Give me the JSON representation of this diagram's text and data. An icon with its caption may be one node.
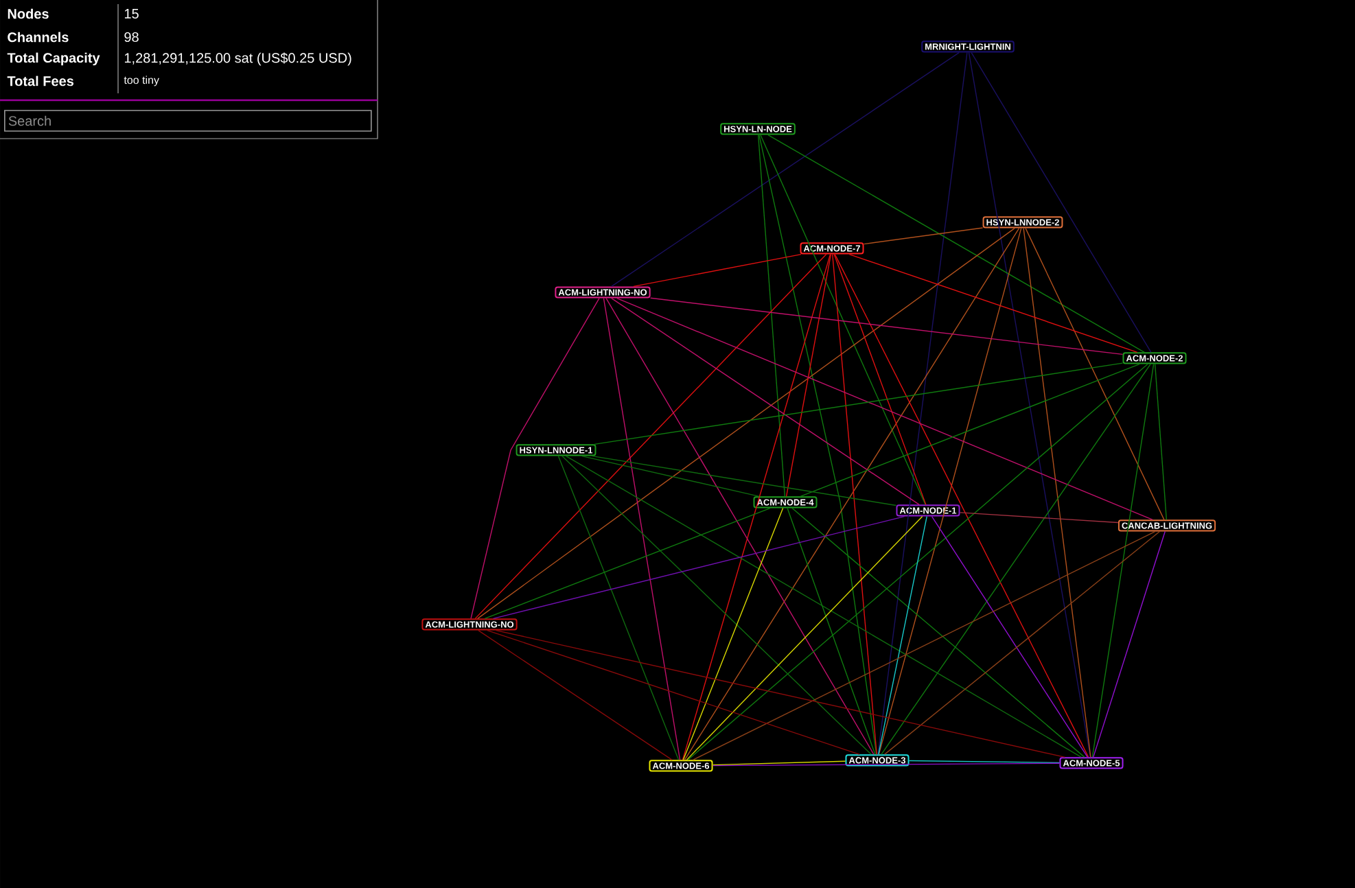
{
  "diagram": {
    "nodes": [
      {
        "text": [
          "MRNIGHT-LIGHTNIN"
        ]
      },
      {
        "text": [
          "HSYN-LN-NODE"
        ]
      },
      {
        "text": [
          "HSYN-LNNODE-2"
        ]
      },
      {
        "text": [
          "ACM-NODE-7"
        ]
      },
      {
        "text": [
          "ACM-LIGHTNING-NO"
        ]
      },
      {
        "text": [
          "ACM-NODE-2"
        ]
      },
      {
        "text": [
          "HSYN-LNNODE-1"
        ]
      },
      {
        "text": [
          "ACM-NODE-4"
        ]
      },
      {
        "text": [
          "ACM-NODE-1"
        ]
      },
      {
        "text": [
          "CANCAB-LIGHTNING"
        ]
      },
      {
        "text": [
          "ACM-LIGHTNING-NO"
        ]
      },
      {
        "text": [
          "ACM-NODE-6"
        ]
      },
      {
        "text": [
          "ACM-NODE-3"
        ]
      },
      {
        "text": [
          "ACM-NODE-5"
        ]
      }
    ],
    "edges": [
      {
        "from": 0,
        "to": 4,
        "arrow": "none",
        "color": "#1a1060"
      },
      {
        "from": 0,
        "to": 12,
        "arrow": "none",
        "color": "#1a1060"
      },
      {
        "from": 0,
        "to": 13,
        "arrow": "none",
        "color": "#1a1060"
      },
      {
        "from": 0,
        "to": 5,
        "arrow": "none",
        "color": "#1a1060"
      },
      {
        "from": 1,
        "to": 5,
        "arrow": "none",
        "color": "#0f7a0f"
      },
      {
        "from": 1,
        "to": 7,
        "arrow": "none",
        "color": "#0f7a0f"
      },
      {
        "from": 1,
        "to": 12,
        "arrow": "none",
        "color": "#0f7a0f"
      },
      {
        "from": 1,
        "to": 8,
        "arrow": "none",
        "color": "#0f7a0f"
      },
      {
        "from": 2,
        "to": 3,
        "arrow": "none",
        "color": "#b0501c"
      },
      {
        "from": 2,
        "to": 10,
        "arrow": "none",
        "color": "#b0501c"
      },
      {
        "from": 2,
        "to": 12,
        "arrow": "none",
        "color": "#b0501c"
      },
      {
        "from": 2,
        "to": 11,
        "arrow": "none",
        "color": "#b0501c"
      },
      {
        "from": 2,
        "to": 13,
        "arrow": "none",
        "color": "#b0501c"
      },
      {
        "from": 2,
        "to": 9,
        "arrow": "none",
        "color": "#b0501c"
      },
      {
        "from": 3,
        "to": 4,
        "arrow": "none",
        "color": "#e01010"
      },
      {
        "from": 3,
        "to": 5,
        "arrow": "none",
        "color": "#e01010"
      },
      {
        "from": 3,
        "to": 10,
        "arrow": "none",
        "color": "#e01010"
      },
      {
        "from": 3,
        "to": 7,
        "arrow": "none",
        "color": "#e01010"
      },
      {
        "from": 3,
        "to": 12,
        "arrow": "none",
        "color": "#e01010"
      },
      {
        "from": 3,
        "to": 8,
        "arrow": "none",
        "color": "#e01010"
      },
      {
        "from": 3,
        "to": 11,
        "arrow": "none",
        "color": "#e01010"
      },
      {
        "from": 3,
        "to": 13,
        "arrow": "none",
        "color": "#e01010"
      },
      {
        "from": 4,
        "to": 5,
        "arrow": "none",
        "color": "#c0106a"
      },
      {
        "from": 4,
        "to": 9,
        "arrow": "none",
        "color": "#c0106a"
      },
      {
        "from": 4,
        "to": 10,
        "arrow": "none",
        "color": "#c0106a"
      },
      {
        "from": 4,
        "to": 11,
        "arrow": "none",
        "color": "#c0106a"
      },
      {
        "from": 4,
        "to": 12,
        "arrow": "none",
        "color": "#c0106a"
      },
      {
        "from": 4,
        "to": 8,
        "arrow": "none",
        "color": "#c0106a"
      },
      {
        "from": 5,
        "to": 6,
        "arrow": "none",
        "color": "#0f7a0f"
      },
      {
        "from": 5,
        "to": 7,
        "arrow": "none",
        "color": "#0f7a0f"
      },
      {
        "from": 5,
        "to": 11,
        "arrow": "none",
        "color": "#0f7a0f"
      },
      {
        "from": 5,
        "to": 12,
        "arrow": "none",
        "color": "#0f7a0f"
      },
      {
        "from": 5,
        "to": 13,
        "arrow": "none",
        "color": "#0f7a0f"
      },
      {
        "from": 5,
        "to": 9,
        "arrow": "none",
        "color": "#0f7a0f"
      },
      {
        "from": 6,
        "to": 7,
        "arrow": "none",
        "color": "#0f6a0f"
      },
      {
        "from": 6,
        "to": 8,
        "arrow": "none",
        "color": "#0f6a0f"
      },
      {
        "from": 6,
        "to": 11,
        "arrow": "none",
        "color": "#0f6a0f"
      },
      {
        "from": 6,
        "to": 12,
        "arrow": "none",
        "color": "#0f6a0f"
      },
      {
        "from": 6,
        "to": 13,
        "arrow": "none",
        "color": "#0f6a0f"
      },
      {
        "from": 7,
        "to": 10,
        "arrow": "none",
        "color": "#0f7a0f"
      },
      {
        "from": 7,
        "to": 11,
        "arrow": "none",
        "color": "#d8d800"
      },
      {
        "from": 7,
        "to": 12,
        "arrow": "none",
        "color": "#0f7a0f"
      },
      {
        "from": 7,
        "to": 13,
        "arrow": "none",
        "color": "#0f7a0f"
      },
      {
        "from": 8,
        "to": 10,
        "arrow": "none",
        "color": "#7010b0"
      },
      {
        "from": 8,
        "to": 11,
        "arrow": "none",
        "color": "#d8d800"
      },
      {
        "from": 8,
        "to": 12,
        "arrow": "none",
        "color": "#18c8c8"
      },
      {
        "from": 8,
        "to": 13,
        "arrow": "none",
        "color": "#9010d0"
      },
      {
        "from": 8,
        "to": 9,
        "arrow": "none",
        "color": "#a03040"
      },
      {
        "from": 9,
        "to": 11,
        "arrow": "none",
        "color": "#8a4018"
      },
      {
        "from": 9,
        "to": 12,
        "arrow": "none",
        "color": "#8a4018"
      },
      {
        "from": 9,
        "to": 13,
        "arrow": "none",
        "color": "#9010d0"
      },
      {
        "from": 10,
        "to": 11,
        "arrow": "none",
        "color": "#8a0a0a"
      },
      {
        "from": 10,
        "to": 12,
        "arrow": "none",
        "color": "#8a0a0a"
      },
      {
        "from": 10,
        "to": 13,
        "arrow": "none",
        "color": "#8a0a0a"
      },
      {
        "from": 11,
        "to": 12,
        "arrow": "none",
        "color": "#d8d800"
      },
      {
        "from": 12,
        "to": 13,
        "arrow": "none",
        "color": "#18c8c8"
      },
      {
        "from": 11,
        "to": 13,
        "arrow": "none",
        "color": "#9010d0"
      }
    ],
    "labels": [
      "Nodes",
      "15",
      "Channels",
      "98",
      "Total Capacity",
      "1,281,291,125.00 sat (US$0.25 USD)",
      "Total Fees",
      "too tiny",
      "Search"
    ]
  }
}
